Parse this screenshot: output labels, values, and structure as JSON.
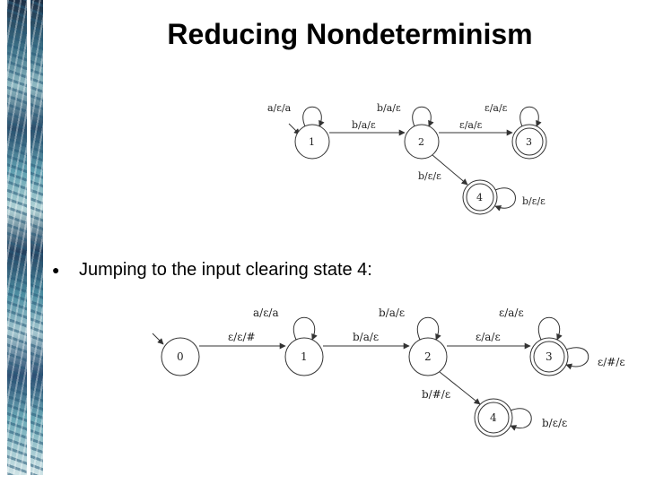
{
  "slide": {
    "title": "Reducing Nondeterminism",
    "bullet_text": "Jumping to the input clearing state 4:"
  },
  "diagram1": {
    "states": [
      "1",
      "2",
      "3",
      "4"
    ],
    "labels": {
      "loop1": "a/ε/a",
      "loop2": "b/a/ε",
      "loop3": "ε/a/ε",
      "loop4": "b/ε/ε",
      "e12": "b/a/ε",
      "e23": "ε/a/ε",
      "e24": "b/ε/ε"
    }
  },
  "diagram2": {
    "states": [
      "0",
      "1",
      "2",
      "3",
      "4"
    ],
    "labels": {
      "e01": "ε/ε/#",
      "loop1": "a/ε/a",
      "e12": "b/a/ε",
      "loop2": "b/a/ε",
      "e23": "ε/a/ε",
      "loop3top": "ε/a/ε",
      "loop3right": "ε/#/ε",
      "e24": "b/#/ε",
      "loop4": "b/ε/ε"
    }
  }
}
